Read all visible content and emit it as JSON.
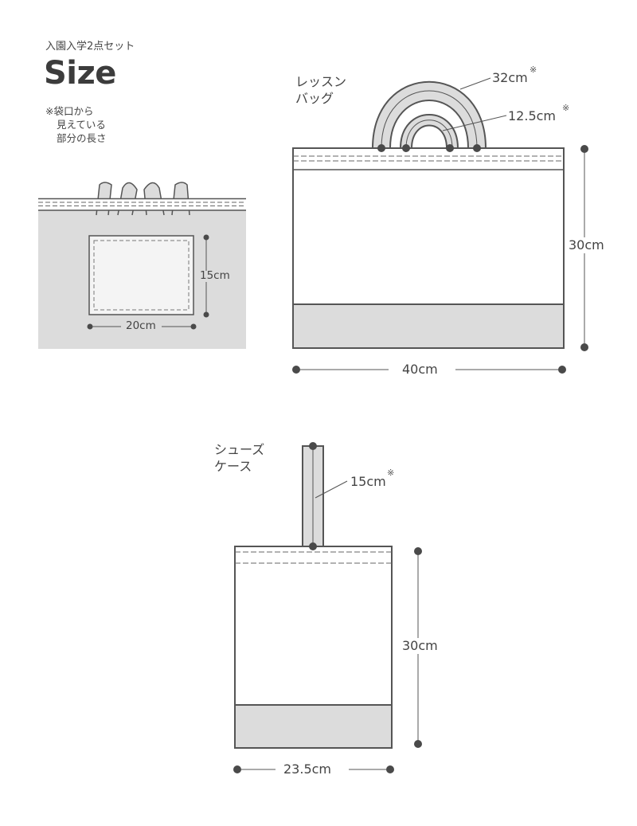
{
  "header": {
    "subtitle": "入園入学2点セット",
    "title": "Size",
    "note_lines": [
      "※袋口から",
      "見えている",
      "部分の長さ"
    ]
  },
  "pocket_detail": {
    "width_label": "20cm",
    "height_label": "15cm"
  },
  "lesson_bag": {
    "name_lines": [
      "レッスン",
      "バッグ"
    ],
    "outer_handle_label": "32cm",
    "inner_handle_label": "12.5cm",
    "height_label": "30cm",
    "width_label": "40cm",
    "asterisk": "※"
  },
  "shoe_case": {
    "name_lines": [
      "シューズ",
      "ケース"
    ],
    "handle_label": "15cm",
    "height_label": "30cm",
    "width_label": "23.5cm",
    "asterisk": "※"
  },
  "colors": {
    "outline": "#555555",
    "fill_light": "#e0e0e0",
    "fill_panel": "#dcdcdc",
    "dot": "#4a4a4a"
  }
}
